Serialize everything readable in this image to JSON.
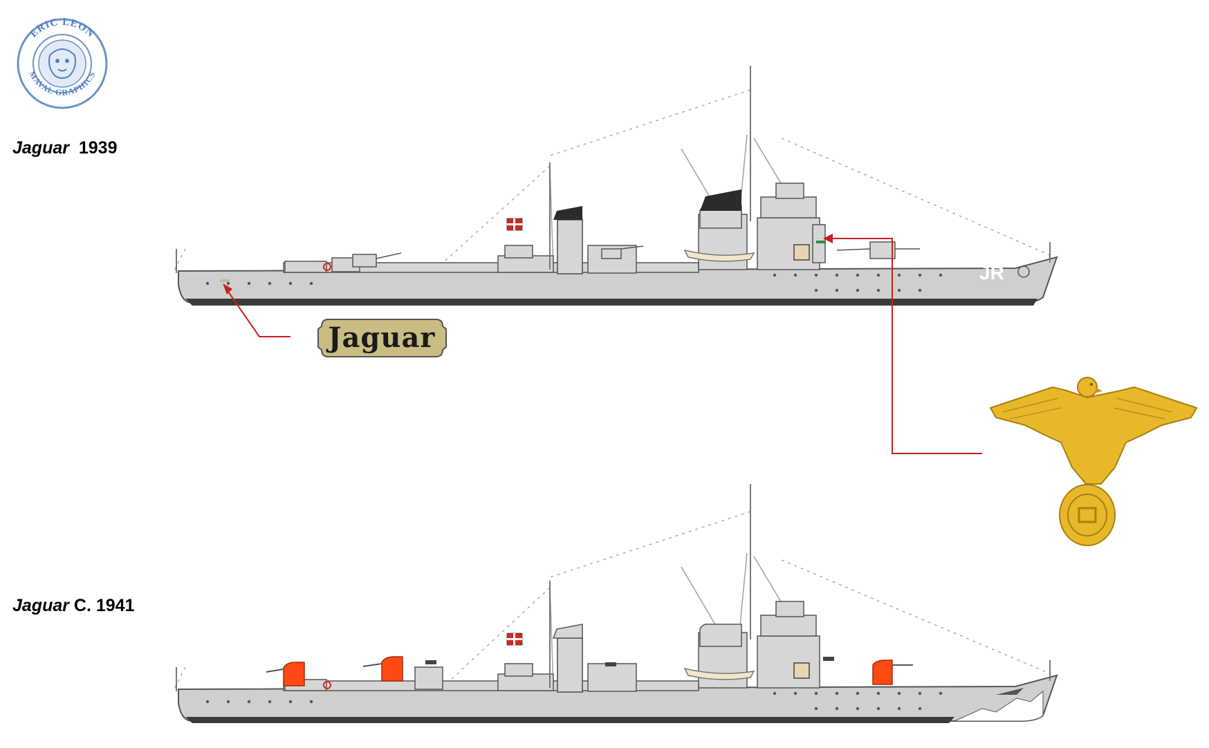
{
  "captions": {
    "top": {
      "ship": "Jaguar",
      "suffix": "  1939"
    },
    "bottom": {
      "ship": "Jaguar",
      "suffix": " C. 1941"
    }
  },
  "stamp": {
    "top_text": "ERIC LEON",
    "bottom_text": "MAVAL GRAPHICS"
  },
  "nameplate": {
    "text": "Jaguar"
  },
  "hull_code": "JR",
  "colors": {
    "hull_grey": "#cfcfcf",
    "outline": "#555555",
    "boot_topping": "#3a3a3a",
    "funnel_cap": "#2b2b2b",
    "gun_shield_1941": "#ff4a14",
    "callout_line": "#c8201e",
    "nameplate_fill": "#c9bd84",
    "eagle_gold": "#e8b82a",
    "stamp_blue": "#4f7fbf",
    "ensign_red": "#d2281e"
  }
}
